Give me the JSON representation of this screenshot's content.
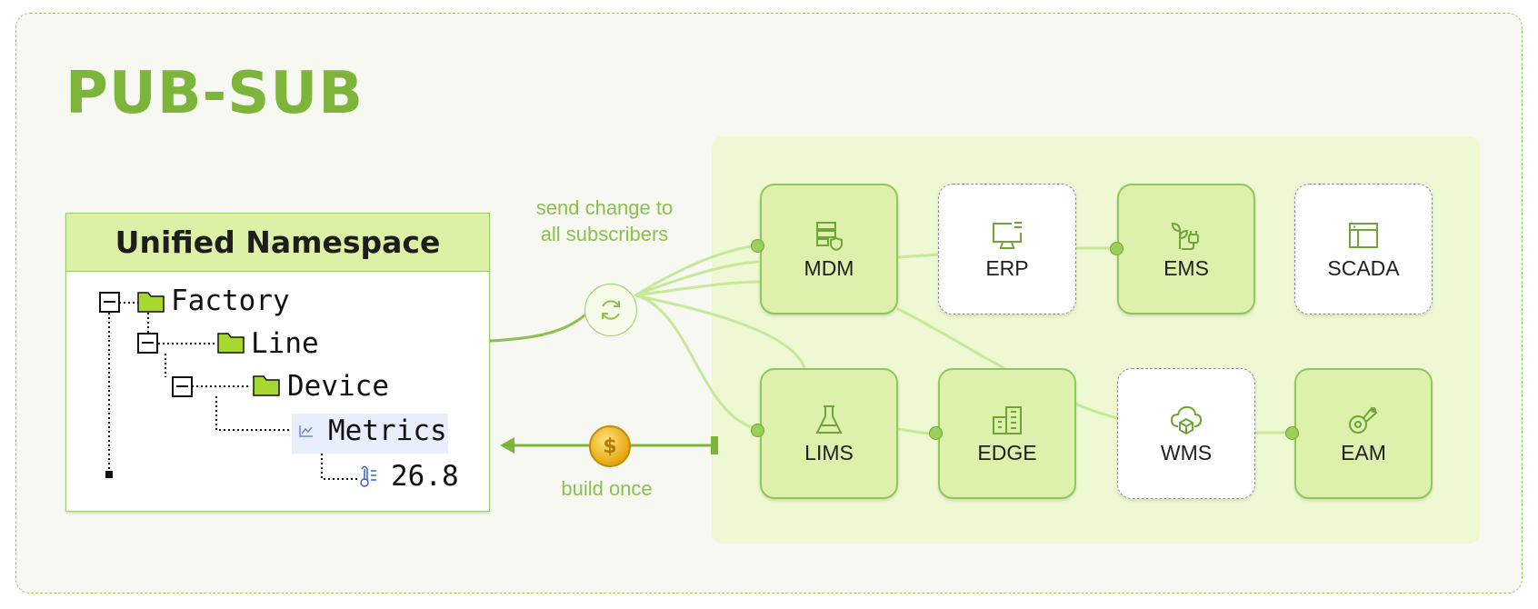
{
  "title": "PUB-SUB",
  "uns": {
    "header": "Unified Namespace",
    "tree": {
      "factory": "Factory",
      "line": "Line",
      "device": "Device",
      "metrics": "Metrics",
      "value": "26.8"
    }
  },
  "captions": {
    "send": [
      "send change to",
      "all subscribers"
    ],
    "build": "build once"
  },
  "nodes": {
    "mdm": {
      "label": "MDM",
      "icon": "server-shield-icon"
    },
    "erp": {
      "label": "ERP",
      "icon": "desktop-monitor-icon"
    },
    "ems": {
      "label": "EMS",
      "icon": "plant-plug-icon"
    },
    "scada": {
      "label": "SCADA",
      "icon": "app-window-icon"
    },
    "lims": {
      "label": "LIMS",
      "icon": "flask-icon"
    },
    "edge": {
      "label": "EDGE",
      "icon": "building-icon"
    },
    "wms": {
      "label": "WMS",
      "icon": "cloud-box-icon"
    },
    "eam": {
      "label": "EAM",
      "icon": "robot-arm-icon"
    }
  },
  "colors": {
    "accent": "#7db53a",
    "panel": "#eef8d2",
    "node_fill": "#ddf1ad",
    "header_fill": "#dcf0a6"
  }
}
